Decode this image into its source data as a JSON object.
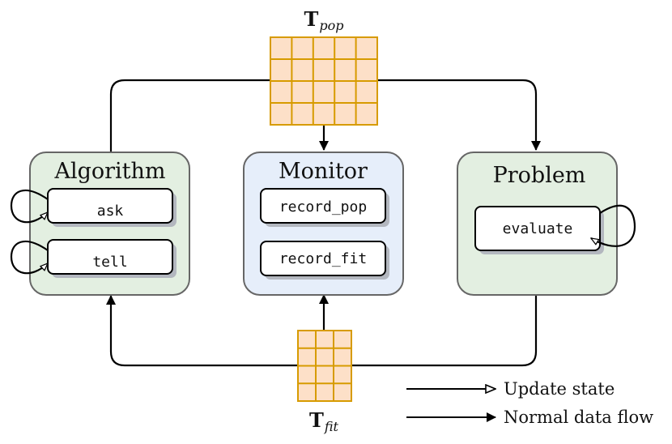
{
  "tensors": {
    "pop": {
      "label": "T",
      "subscript": "pop"
    },
    "fit": {
      "label": "T",
      "subscript": "fit"
    }
  },
  "boxes": {
    "algorithm": {
      "title": "Algorithm",
      "methods": [
        "ask",
        "tell"
      ],
      "fill": "#e3efe1",
      "stroke": "#666666"
    },
    "monitor": {
      "title": "Monitor",
      "methods": [
        "record_pop",
        "record_fit"
      ],
      "fill": "#e6eefa",
      "stroke": "#666666"
    },
    "problem": {
      "title": "Problem",
      "methods": [
        "evaluate"
      ],
      "fill": "#e3efe1",
      "stroke": "#666666"
    }
  },
  "legend": {
    "update_state": "Update state",
    "normal_flow": "Normal data flow"
  },
  "colors": {
    "tensor_fill": "#fde0c8",
    "tensor_stroke": "#d79b00",
    "arrow": "#000000",
    "shadow": "#b3b7bf"
  }
}
